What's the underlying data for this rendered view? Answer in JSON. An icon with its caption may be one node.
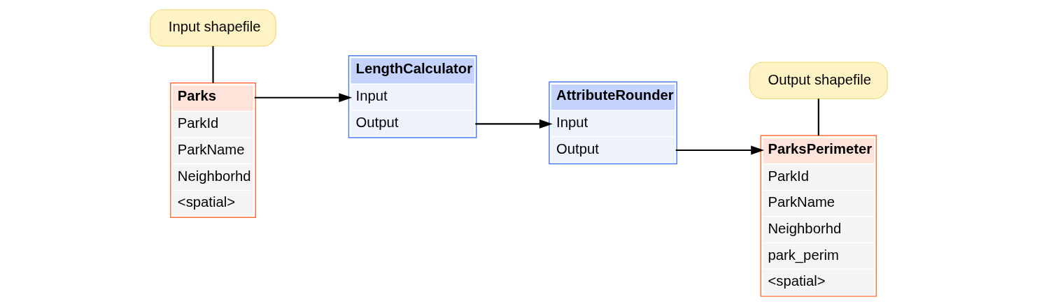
{
  "diagram": {
    "nodes": [
      {
        "text": [
          "Input shapefile"
        ]
      },
      {
        "text": [
          "Parks",
          "ParkId",
          "ParkName",
          "Neighborhd",
          "<spatial>"
        ]
      },
      {
        "text": [
          "LengthCalculator",
          "Input",
          "Output"
        ]
      },
      {
        "text": [
          "AttributeRounder",
          "Input",
          "Output"
        ]
      },
      {
        "text": [
          "Output shapefile"
        ]
      },
      {
        "text": [
          "ParksPerimeter",
          "ParkId",
          "ParkName",
          "Neighborhd",
          "park_perim",
          "<spatial>"
        ]
      }
    ],
    "edges": [
      {
        "from": 0,
        "to": 1,
        "arrow": "none"
      },
      {
        "from": 1,
        "to": 2,
        "arrow": "to"
      },
      {
        "from": 2,
        "to": 3,
        "arrow": "to"
      },
      {
        "from": 3,
        "to": 5,
        "arrow": "to"
      },
      {
        "from": 4,
        "to": 5,
        "arrow": "none"
      }
    ]
  }
}
